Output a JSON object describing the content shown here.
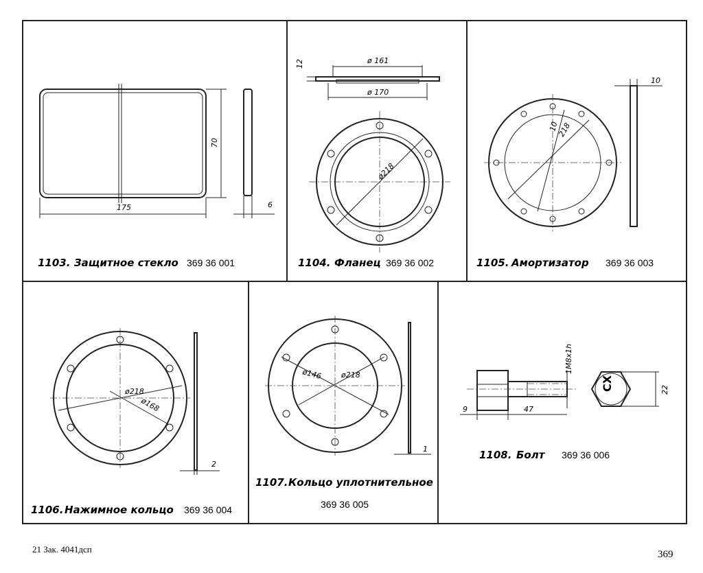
{
  "items": [
    {
      "number": "1103.",
      "name": "Защитное стекло",
      "code": "369 36 001",
      "dims": {
        "width": "175",
        "height": "70",
        "thickness": "6"
      }
    },
    {
      "number": "1104.",
      "name": "Фланец",
      "code": "369 36 002",
      "dims": {
        "height": "12",
        "d1": "ø 161",
        "d2": "ø 170",
        "d3": "ø218"
      }
    },
    {
      "number": "1105.",
      "name": "Амортизатор",
      "code": "369 36 003",
      "dims": {
        "thickness": "10",
        "d": "218",
        "r": "10"
      }
    },
    {
      "number": "1106.",
      "name": "Нажимное кольцо",
      "code": "369 36 004",
      "dims": {
        "d1": "ø218",
        "d2": "ø168",
        "thickness": "2"
      }
    },
    {
      "number": "1107.",
      "name": "Кольцо уплотнительное",
      "code": "369 36 005",
      "dims": {
        "d1": "ø146",
        "d2": "ø218",
        "thickness": "1"
      }
    },
    {
      "number": "1108.",
      "name": "Болт",
      "code": "369 36 006",
      "dims": {
        "thread": "1M8x1h",
        "head": "9",
        "length": "47",
        "hex": "22",
        "mark": "CX"
      }
    }
  ],
  "footer": {
    "order": "21  Зак. 4041дсп",
    "page": "369"
  }
}
